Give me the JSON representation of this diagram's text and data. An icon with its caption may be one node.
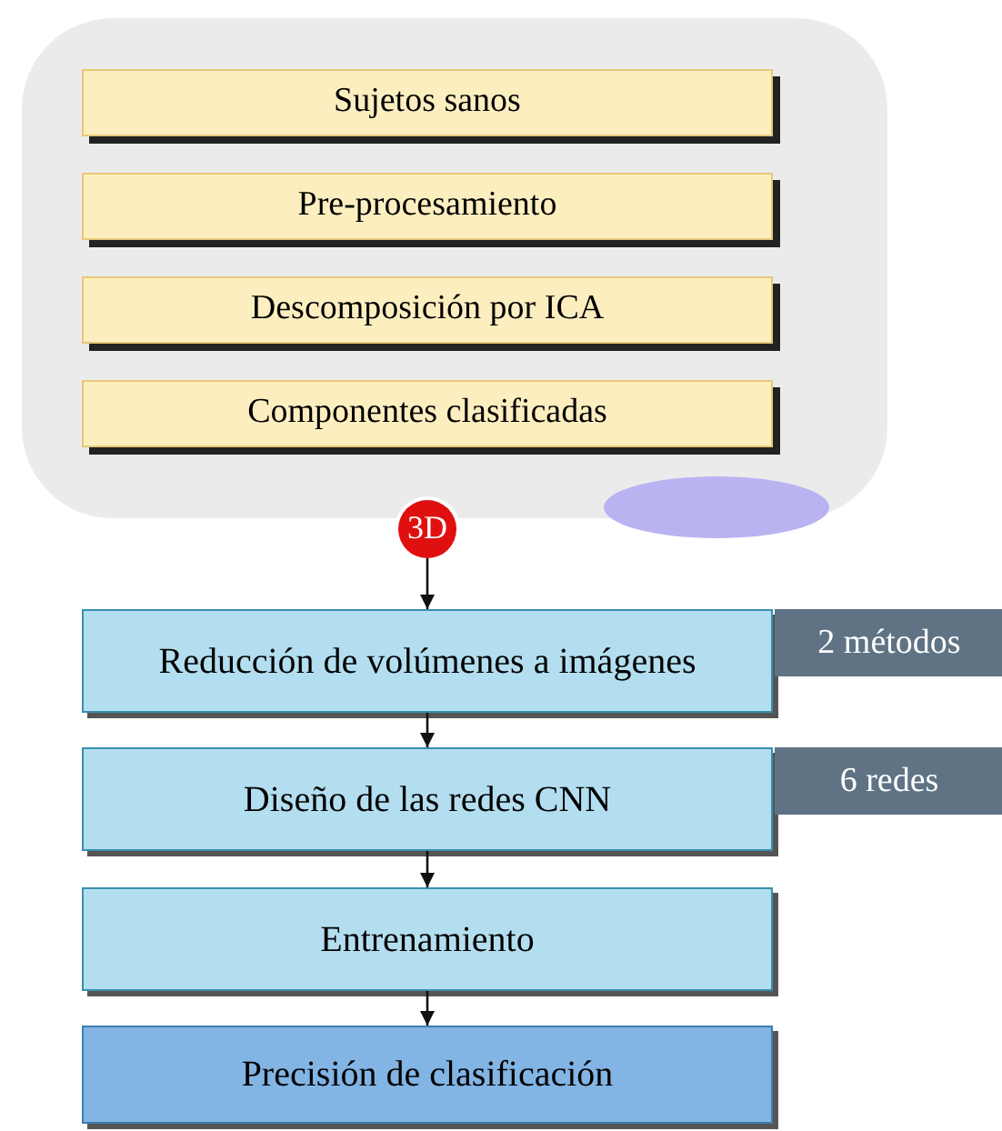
{
  "diagram": {
    "nodes": [
      {
        "text": [],
        "shape": "box"
      },
      {
        "text": [
          "Sujetos sanos"
        ],
        "in": 0
      },
      {
        "text": [
          "Pre-procesamiento"
        ],
        "in": 0
      },
      {
        "text": [
          "Descomposición por ICA"
        ],
        "in": 0
      },
      {
        "text": [
          "Componentes clasificadas"
        ],
        "in": 0
      },
      {
        "text": [],
        "shape": "ellipse"
      },
      {
        "text": [
          "3D"
        ]
      },
      {
        "text": [
          "Reducción de volúmenes a imágenes"
        ],
        "beside": [
          "2 métodos"
        ]
      },
      {
        "text": [
          "Diseño de las redes CNN"
        ],
        "beside": [
          "6 redes"
        ]
      },
      {
        "text": [
          "Entrenamiento"
        ]
      },
      {
        "text": [
          "Precisión de clasificación"
        ]
      }
    ],
    "edges": [
      {
        "from": 6,
        "to": 7,
        "arrow": "to"
      },
      {
        "from": 7,
        "to": 8,
        "arrow": "to"
      },
      {
        "from": 8,
        "to": 9,
        "arrow": "to"
      },
      {
        "from": 9,
        "to": 10,
        "arrow": "to"
      }
    ]
  }
}
